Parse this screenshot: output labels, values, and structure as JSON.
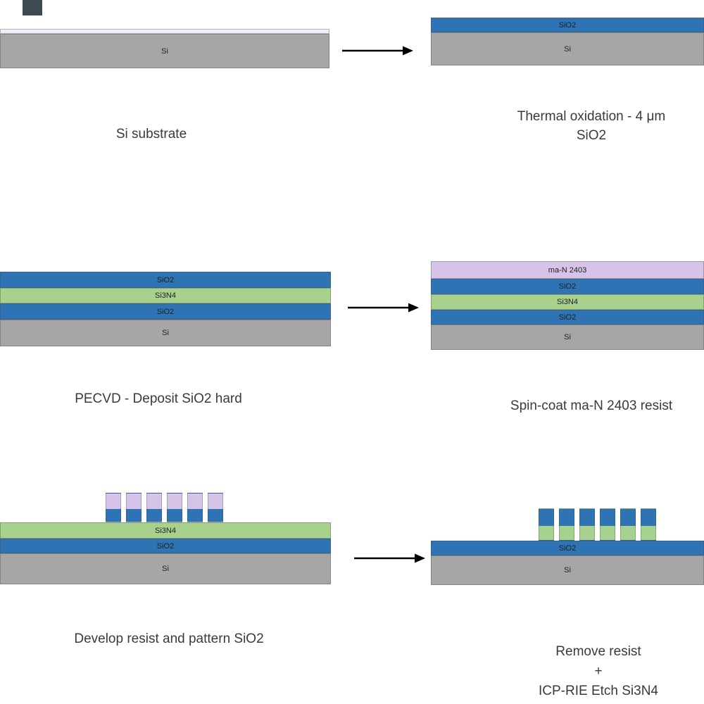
{
  "colors": {
    "si": "#a6a6a6",
    "sio2": "#2e74b5",
    "si3n4": "#a9d18e",
    "resist": "#d5c3e8",
    "thin_top_strip": "#f1eff8",
    "corner_box": "#3d4a52",
    "arrow": "#000000",
    "caption_text": "#3a3a3a"
  },
  "labels": {
    "si": "Si",
    "sio2": "SiO2",
    "si3n4": "Si3N4",
    "resist": "ma-N 2403"
  },
  "steps": [
    {
      "caption": "Si substrate"
    },
    {
      "line1": "Thermal oxidation - 4 μm",
      "line2": "SiO2"
    },
    {
      "caption": "PECVD - Deposit SiO2 hard"
    },
    {
      "caption": "Spin-coat ma-N 2403 resist"
    },
    {
      "caption": "Develop resist and pattern SiO2"
    },
    {
      "line1": "Remove resist",
      "line2": "+",
      "line3": "ICP-RIE Etch Si3N4"
    }
  ],
  "pattern": {
    "pillar_count": 6
  }
}
